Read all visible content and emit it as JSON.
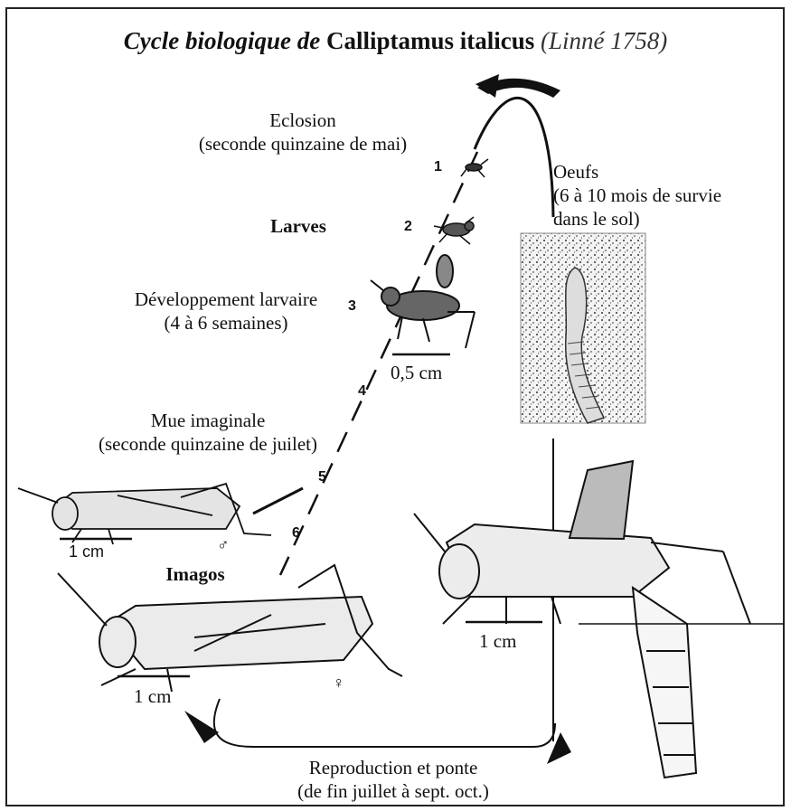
{
  "title": {
    "part1": "Cycle biologique de",
    "part2": "Calliptamus italicus",
    "part3": "(Linné 1758)"
  },
  "labels": {
    "eclosion_1": "Eclosion",
    "eclosion_2": "(seconde quinzaine de mai)",
    "oeufs_1": "Oeufs",
    "oeufs_2": "(6 à 10 mois de survie",
    "oeufs_3": "dans le sol)",
    "larves": "Larves",
    "dev_1": "Développement larvaire",
    "dev_2": "(4 à 6 semaines)",
    "mue_1": "Mue imaginale",
    "mue_2": "(seconde quinzaine de juilet)",
    "imagos": "Imagos",
    "repro_1": "Reproduction et ponte",
    "repro_2": "(de fin juillet à sept. oct.)"
  },
  "scales": {
    "larva": "0,5 cm",
    "male": "1 cm",
    "female": "1 cm",
    "laying": "1 cm"
  },
  "stage_numbers": [
    "1",
    "2",
    "3",
    "4",
    "5",
    "6"
  ],
  "sex_symbols": {
    "male": "♂",
    "female": "♀"
  }
}
